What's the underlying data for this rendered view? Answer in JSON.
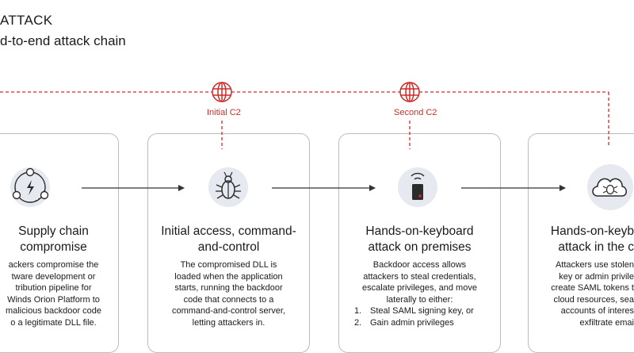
{
  "header": {
    "line1": "ATTACK",
    "line2": "d-to-end attack chain"
  },
  "c2_labels": {
    "initial": "Initial C2",
    "second": "Second C2"
  },
  "stages": [
    {
      "title_lines": [
        "Supply chain",
        "compromise"
      ],
      "body_lines": [
        "ackers compromise the",
        "tware development or",
        "tribution pipeline for",
        "Winds Orion Platform to",
        "malicious backdoor code",
        "o a legitimate DLL file."
      ],
      "icon": "supply-chain-icon"
    },
    {
      "title_lines": [
        "Initial access, command-",
        "and-control"
      ],
      "body_lines": [
        "The compromised DLL is",
        "loaded when the application",
        "starts, running the backdoor",
        "code that connects to a",
        "command-and-control server,",
        "letting attackers in."
      ],
      "icon": "bug-icon"
    },
    {
      "title_lines": [
        "Hands-on-keyboard",
        "attack on premises"
      ],
      "body_lines": [
        "Backdoor access allows",
        "attackers to steal credentials,",
        "escalate privileges, and move",
        "laterally to either:"
      ],
      "steps": [
        {
          "num": "1.",
          "text": "Steal SAML signing key, or"
        },
        {
          "num": "2.",
          "text": "Gain admin privileges"
        }
      ],
      "icon": "device-signal-icon"
    },
    {
      "title_lines": [
        "Hands-on-keyb",
        "attack in the c"
      ],
      "body_lines": [
        "Attackers use stolen",
        "key or admin privile",
        "create SAML tokens t",
        "cloud resources, sea",
        "accounts of interes",
        "exfiltrate emai"
      ],
      "icon": "cloud-bug-icon"
    }
  ],
  "colors": {
    "accent_red": "#cf2a27",
    "border_gray": "#bcbcbc",
    "icon_circle": "#e6e9ef",
    "icon_dark": "#2b2b2b"
  }
}
